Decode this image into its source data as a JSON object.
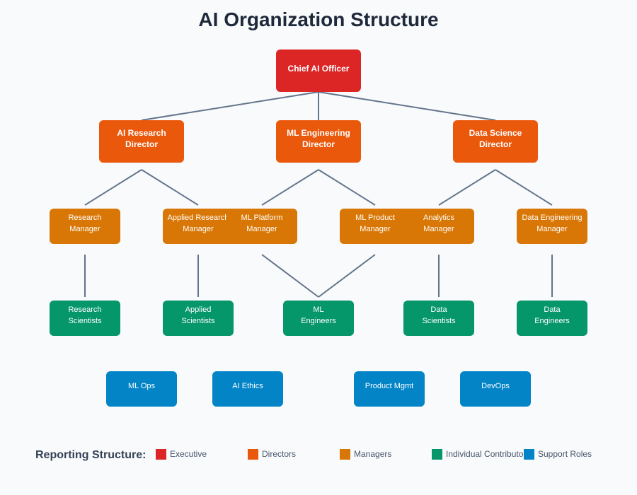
{
  "title": "AI Organization Structure",
  "colors": {
    "executive": "#dc2626",
    "directors": "#ea580c",
    "managers": "#d97706",
    "individual_contributors": "#059669",
    "support_roles": "#0284c7",
    "connector": "#64748b"
  },
  "nodes": {
    "executive": [
      {
        "id": "cao",
        "lines": [
          "Chief AI Officer"
        ]
      }
    ],
    "directors": [
      {
        "id": "air-dir",
        "lines": [
          "AI Research",
          "Director"
        ]
      },
      {
        "id": "mle-dir",
        "lines": [
          "ML Engineering",
          "Director"
        ]
      },
      {
        "id": "ds-dir",
        "lines": [
          "Data Science",
          "Director"
        ]
      }
    ],
    "managers": [
      {
        "id": "research-mgr",
        "lines": [
          "Research",
          "Manager"
        ]
      },
      {
        "id": "applied-mgr",
        "lines": [
          "Applied Research",
          "Manager"
        ]
      },
      {
        "id": "mlplat-mgr",
        "lines": [
          "ML Platform",
          "Manager"
        ]
      },
      {
        "id": "mlprod-mgr",
        "lines": [
          "ML Product",
          "Manager"
        ]
      },
      {
        "id": "analytics-mgr",
        "lines": [
          "Analytics",
          "Manager"
        ]
      },
      {
        "id": "dataeng-mgr",
        "lines": [
          "Data Engineering",
          "Manager"
        ]
      }
    ],
    "individual_contributors": [
      {
        "id": "research-sci",
        "lines": [
          "Research",
          "Scientists"
        ]
      },
      {
        "id": "applied-sci",
        "lines": [
          "Applied",
          "Scientists"
        ]
      },
      {
        "id": "ml-eng",
        "lines": [
          "ML",
          "Engineers"
        ]
      },
      {
        "id": "data-sci",
        "lines": [
          "Data",
          "Scientists"
        ]
      },
      {
        "id": "data-eng",
        "lines": [
          "Data",
          "Engineers"
        ]
      }
    ],
    "support_roles": [
      {
        "id": "mlops",
        "lines": [
          "ML Ops"
        ]
      },
      {
        "id": "ai-ethics",
        "lines": [
          "AI Ethics"
        ]
      },
      {
        "id": "product-mgmt",
        "lines": [
          "Product Mgmt"
        ]
      },
      {
        "id": "devops",
        "lines": [
          "DevOps"
        ]
      }
    ]
  },
  "edges": [
    [
      "cao",
      "air-dir"
    ],
    [
      "cao",
      "mle-dir"
    ],
    [
      "cao",
      "ds-dir"
    ],
    [
      "air-dir",
      "research-mgr"
    ],
    [
      "air-dir",
      "applied-mgr"
    ],
    [
      "mle-dir",
      "mlplat-mgr"
    ],
    [
      "mle-dir",
      "mlprod-mgr"
    ],
    [
      "ds-dir",
      "analytics-mgr"
    ],
    [
      "ds-dir",
      "dataeng-mgr"
    ],
    [
      "research-mgr",
      "research-sci"
    ],
    [
      "applied-mgr",
      "applied-sci"
    ],
    [
      "mlplat-mgr",
      "ml-eng"
    ],
    [
      "mlprod-mgr",
      "ml-eng"
    ],
    [
      "analytics-mgr",
      "data-sci"
    ],
    [
      "dataeng-mgr",
      "data-eng"
    ]
  ],
  "legend": {
    "title": "Reporting Structure:",
    "items": [
      {
        "label": "Executive",
        "color_key": "executive"
      },
      {
        "label": "Directors",
        "color_key": "directors"
      },
      {
        "label": "Managers",
        "color_key": "managers"
      },
      {
        "label": "Individual Contributors",
        "color_key": "individual_contributors"
      },
      {
        "label": "Support Roles",
        "color_key": "support_roles"
      }
    ]
  }
}
